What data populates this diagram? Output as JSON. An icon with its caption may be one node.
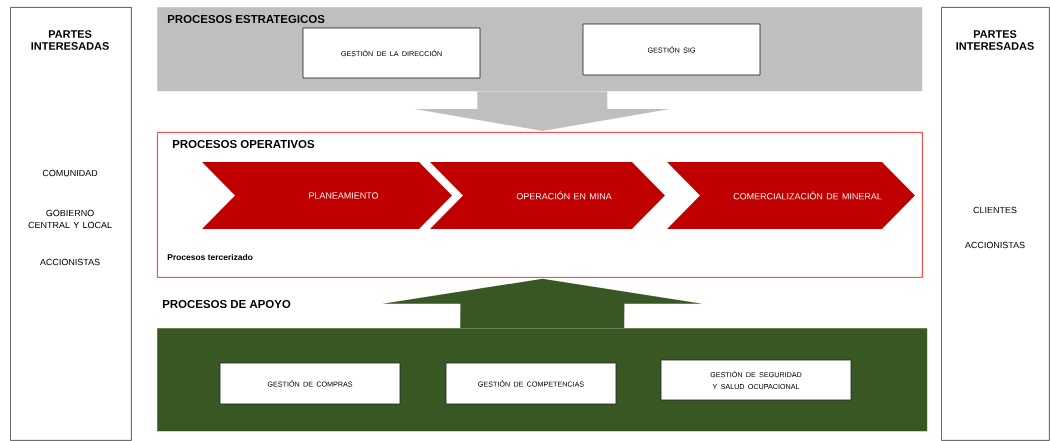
{
  "diagram": {
    "nodes": [
      {
        "text": [
          "PARTES INTERESADAS",
          "COMUNIDAD",
          "GOBIERNO CENTRAL Y LOCAL",
          "ACCIONISTAS"
        ]
      },
      {
        "text": [
          "PROCESOS ESTRATEGICOS"
        ]
      },
      {
        "text": [
          "GESTIÓN DE LA DIRECCIÓN"
        ],
        "in": 1
      },
      {
        "text": [
          "GESTIÓN SIG"
        ],
        "in": 1
      },
      {
        "text": [
          "PROCESOS OPERATIVOS",
          "Procesos tercerizado"
        ]
      },
      {
        "text": [
          "PLANEAMIENTO"
        ],
        "in": 4
      },
      {
        "text": [
          "OPERACIÓN EN MINA"
        ],
        "in": 4
      },
      {
        "text": [
          "COMERCIALIZACIÓN DE MINERAL"
        ],
        "in": 4
      },
      {
        "text": [
          "PROCESOS DE APOYO"
        ]
      },
      {
        "text": [
          "GESTIÓN DE COMPRAS"
        ],
        "in": 8
      },
      {
        "text": [
          "GESTIÓN DE COMPETENCIAS"
        ],
        "in": 8
      },
      {
        "text": [
          "GESTIÓN DE SEGURIDAD Y SALUD OCUPACIONAL"
        ],
        "in": 8
      },
      {
        "text": [
          "PARTES INTERESADAS",
          "CLIENTES",
          "ACCIONISTAS"
        ]
      }
    ],
    "edges": [
      {
        "from": 1,
        "to": 4,
        "arrow": "to",
        "color": "#bfbfbf"
      },
      {
        "from": 8,
        "to": 4,
        "arrow": "to",
        "color": "#385723"
      }
    ]
  }
}
